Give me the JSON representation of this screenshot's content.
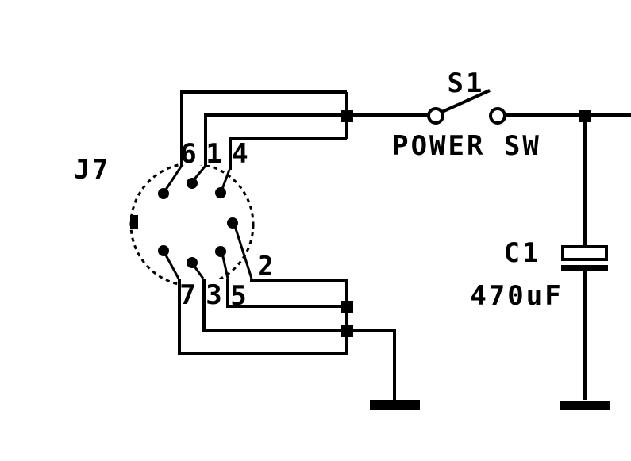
{
  "schematic": {
    "connector": {
      "designator": "J7",
      "pins": {
        "p6": "6",
        "p1": "1",
        "p4": "4",
        "p7": "7",
        "p3": "3",
        "p5": "5",
        "p2": "2"
      }
    },
    "switch": {
      "designator": "S1",
      "label": "POWER SW"
    },
    "capacitor": {
      "designator": "C1",
      "value": "470uF"
    },
    "colors": {
      "ink": "#000000",
      "background": "#ffffff"
    }
  }
}
